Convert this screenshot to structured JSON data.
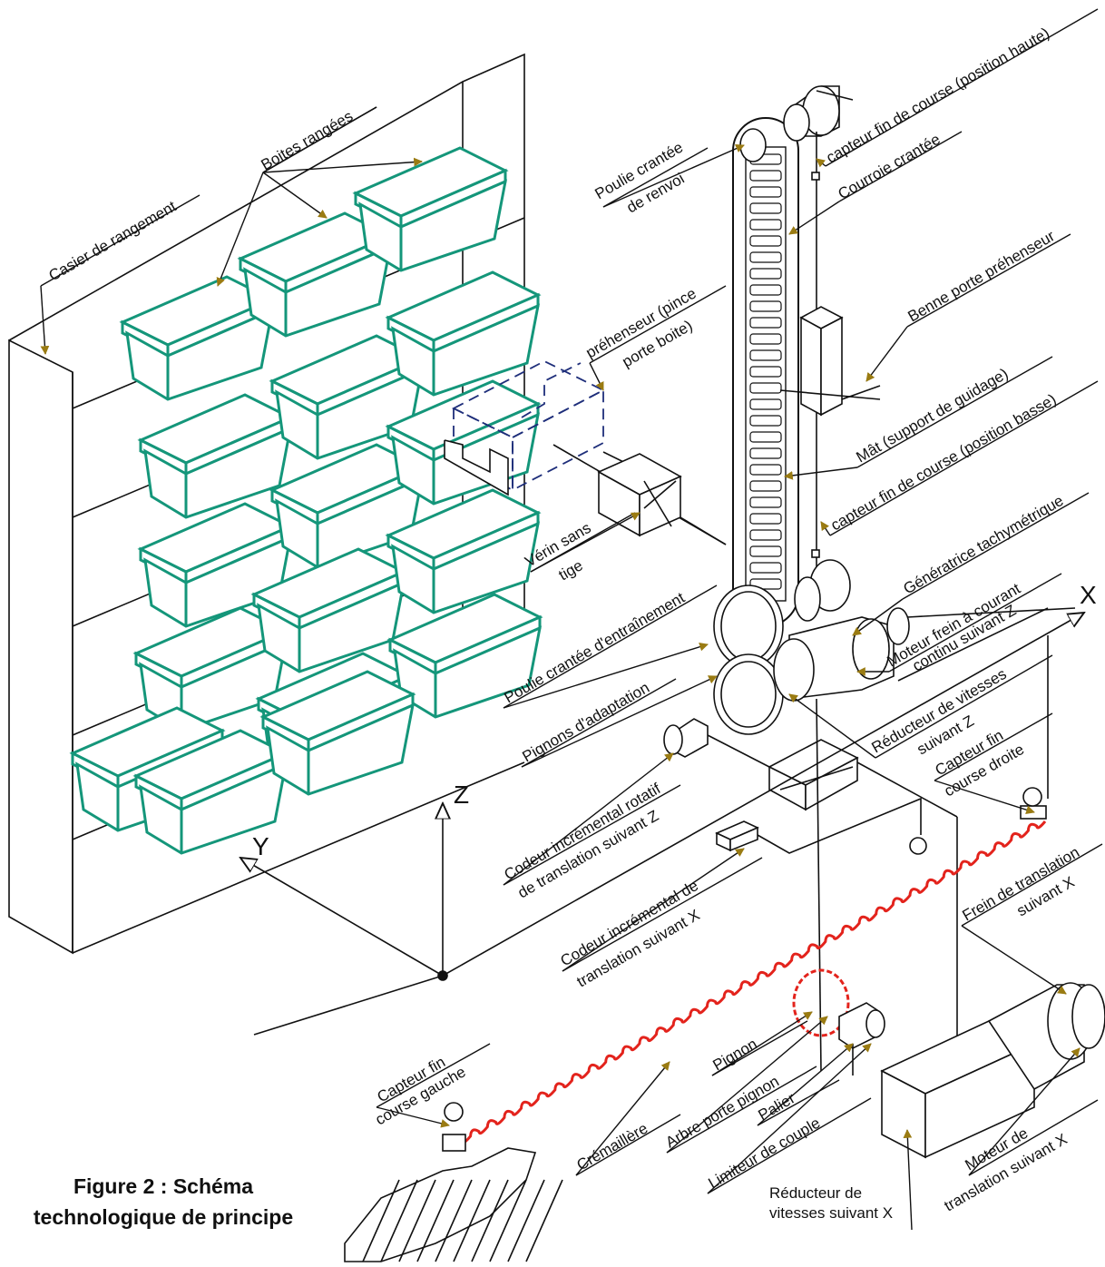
{
  "caption": {
    "line1": "Figure 2 : Schéma",
    "line2": "technologique de principe"
  },
  "axes": {
    "x": "X",
    "y": "Y",
    "z": "Z"
  },
  "colors": {
    "boxes": "#14967a",
    "rack": "#e3231c",
    "gripper": "#1e2e7a",
    "arrow": "#9a7b12",
    "lines": "#111111"
  },
  "labels": {
    "casier": "Casier de rangement",
    "boites": "Boites rangées",
    "poulie_renvoi_1": "Poulie crantée",
    "poulie_renvoi_2": "de renvoi",
    "capteur_haut": "capteur fin de course (position haute)",
    "courroie": "Courroie crantée",
    "prehenseur_1": "préhenseur (pince",
    "prehenseur_2": "porte boite)",
    "benne": "Benne porte préhenseur",
    "mat": "Mât (support de guidage)",
    "capteur_bas": "capteur fin de course (position basse)",
    "verin_1": "Vérin sans",
    "verin_2": "tige",
    "generatrice": "Génératrice tachymétrique",
    "poulie_entrainement": "Poulie crantée d'entraînement",
    "moteur_z_1": "Moteur frein à courant",
    "moteur_z_2": "continu suivant Z",
    "pignons_adaptation": "Pignons d'adaptation",
    "reducteur_z_1": "Réducteur de vitesses",
    "reducteur_z_2": "suivant Z",
    "codeur_z_1": "Codeur incrémental rotatif",
    "codeur_z_2": "de translation suivant Z",
    "capteur_droite_1": "Capteur fin",
    "capteur_droite_2": "course droite",
    "codeur_x_1": "Codeur incrémental de",
    "codeur_x_2": "translation suivant X",
    "frein_x_1": "Frein de translation",
    "frein_x_2": "suivant X",
    "pignon": "Pignon",
    "arbre": "Arbre porte pignon",
    "palier": "Palier",
    "limiteur": "Limiteur de couple",
    "capteur_gauche_1": "Capteur fin",
    "capteur_gauche_2": "course gauche",
    "cremaillere": "Crémaillère",
    "reducteur_x_1": "Réducteur de",
    "reducteur_x_2": "vitesses suivant X",
    "moteur_x_1": "Moteur de",
    "moteur_x_2": "translation suivant X"
  }
}
